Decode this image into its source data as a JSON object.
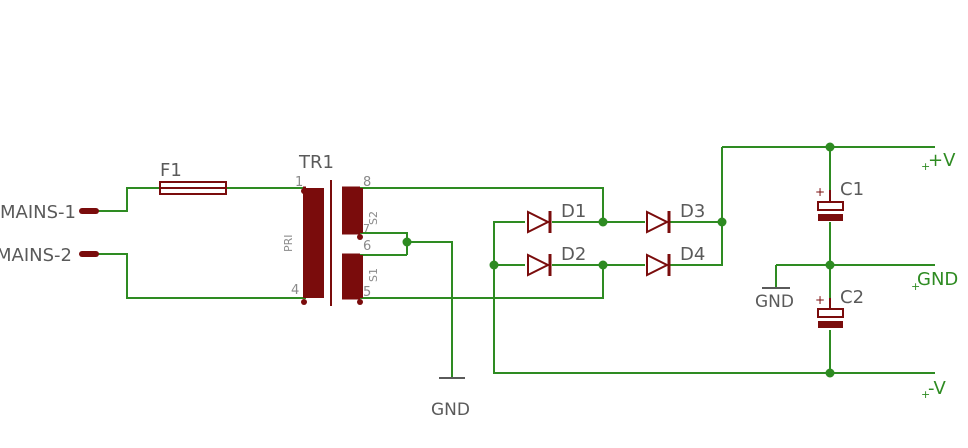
{
  "colors": {
    "wire": "#2e8b22",
    "part": "#7a0c0c",
    "label": "#5a5a5a",
    "background": "#ffffff"
  },
  "ports": {
    "mains1": "MAINS-1",
    "mains2": "MAINS-2",
    "plus_v": "+V",
    "gnd": "GND",
    "minus_v": "-V"
  },
  "parts": {
    "fuse": "F1",
    "transformer": "TR1",
    "primary": "PRI",
    "secondary1": "S1",
    "secondary2": "S2",
    "d1": "D1",
    "d2": "D2",
    "d3": "D3",
    "d4": "D4",
    "c1": "C1",
    "c2": "C2",
    "cap_polarity": "+",
    "gnd_symbol_1": "GND",
    "gnd_symbol_2": "GND"
  },
  "pins": {
    "p1": "1",
    "p4": "4",
    "p8": "8",
    "p6": "6",
    "p5": "5",
    "p7": "7"
  }
}
